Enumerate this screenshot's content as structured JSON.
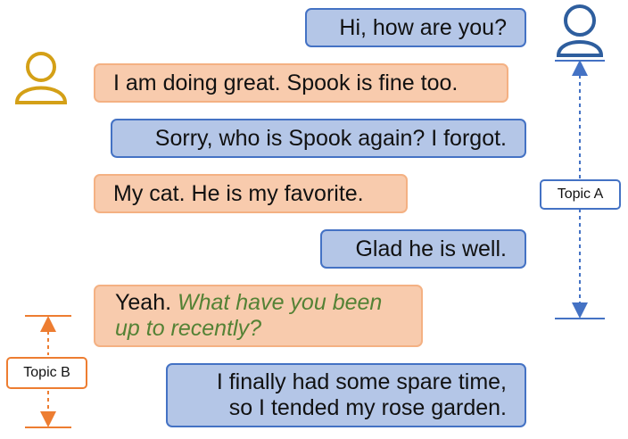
{
  "colors": {
    "user_a": "#2e5e9e",
    "user_b": "#d4a017",
    "bubble_blue_fill": "#b4c6e7",
    "bubble_blue_border": "#4472c4",
    "bubble_orange_fill": "#f8cbad",
    "bubble_orange_border": "#f4b183",
    "highlight_text": "#548235",
    "topic_a": "#4472c4",
    "topic_b": "#ed7d31"
  },
  "icons": {
    "speaker_a": "person-outline-icon",
    "speaker_b": "person-outline-icon"
  },
  "messages": [
    {
      "speaker": "A",
      "text": "Hi, how are you?"
    },
    {
      "speaker": "B",
      "text": "I am doing great. Spook is fine too."
    },
    {
      "speaker": "A",
      "text": "Sorry, who is Spook again? I forgot."
    },
    {
      "speaker": "B",
      "text": "My cat. He is my favorite."
    },
    {
      "speaker": "A",
      "text": "Glad he is well."
    },
    {
      "speaker": "B",
      "text_plain": "Yeah. ",
      "text_highlight_line1": "What have you been",
      "text_highlight_line2": "up to recently?"
    },
    {
      "speaker": "A",
      "line1": "I finally had some spare time,",
      "line2": "so I tended my rose garden."
    }
  ],
  "topics": {
    "a": {
      "label": "Topic A"
    },
    "b": {
      "label": "Topic B"
    }
  }
}
